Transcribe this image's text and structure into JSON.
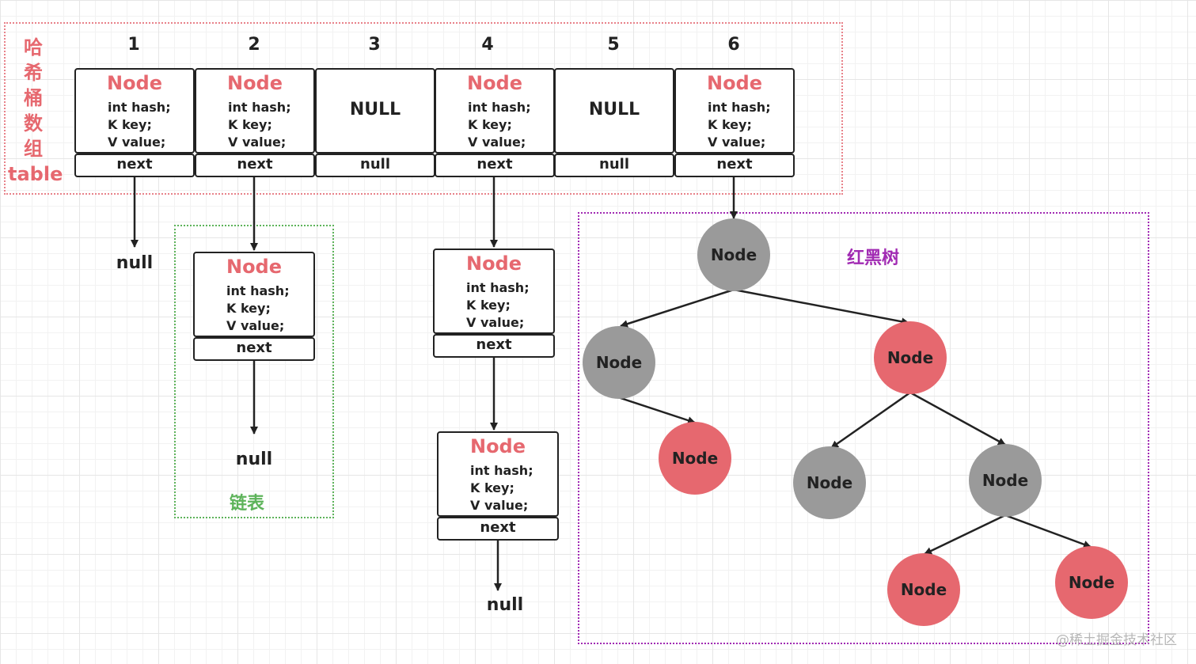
{
  "side_label": {
    "chars": [
      "哈",
      "希",
      "桶",
      "数",
      "组"
    ],
    "word": "table"
  },
  "indices": [
    "1",
    "2",
    "3",
    "4",
    "5",
    "6"
  ],
  "node": {
    "title": "Node",
    "hash": "int hash;",
    "key": "K key;",
    "value": "V value;",
    "next": "next"
  },
  "slots": {
    "null_upper": "NULL",
    "null_lower": "null"
  },
  "null_text": "null",
  "list_caption": "链表",
  "tree_caption": "红黑树",
  "tree_nodes": [
    {
      "label": "Node",
      "color": "gray"
    },
    {
      "label": "Node",
      "color": "gray"
    },
    {
      "label": "Node",
      "color": "red"
    },
    {
      "label": "Node",
      "color": "red"
    },
    {
      "label": "Node",
      "color": "gray"
    },
    {
      "label": "Node",
      "color": "gray"
    },
    {
      "label": "Node",
      "color": "red"
    },
    {
      "label": "Node",
      "color": "red"
    }
  ],
  "colors": {
    "node_title": "#e6686f",
    "red_node": "#e6686f",
    "gray_node": "#9a9a9a",
    "list_label": "#5db35a",
    "tree_label": "#a12bb3"
  },
  "watermark": "@稀土掘金技术社区"
}
